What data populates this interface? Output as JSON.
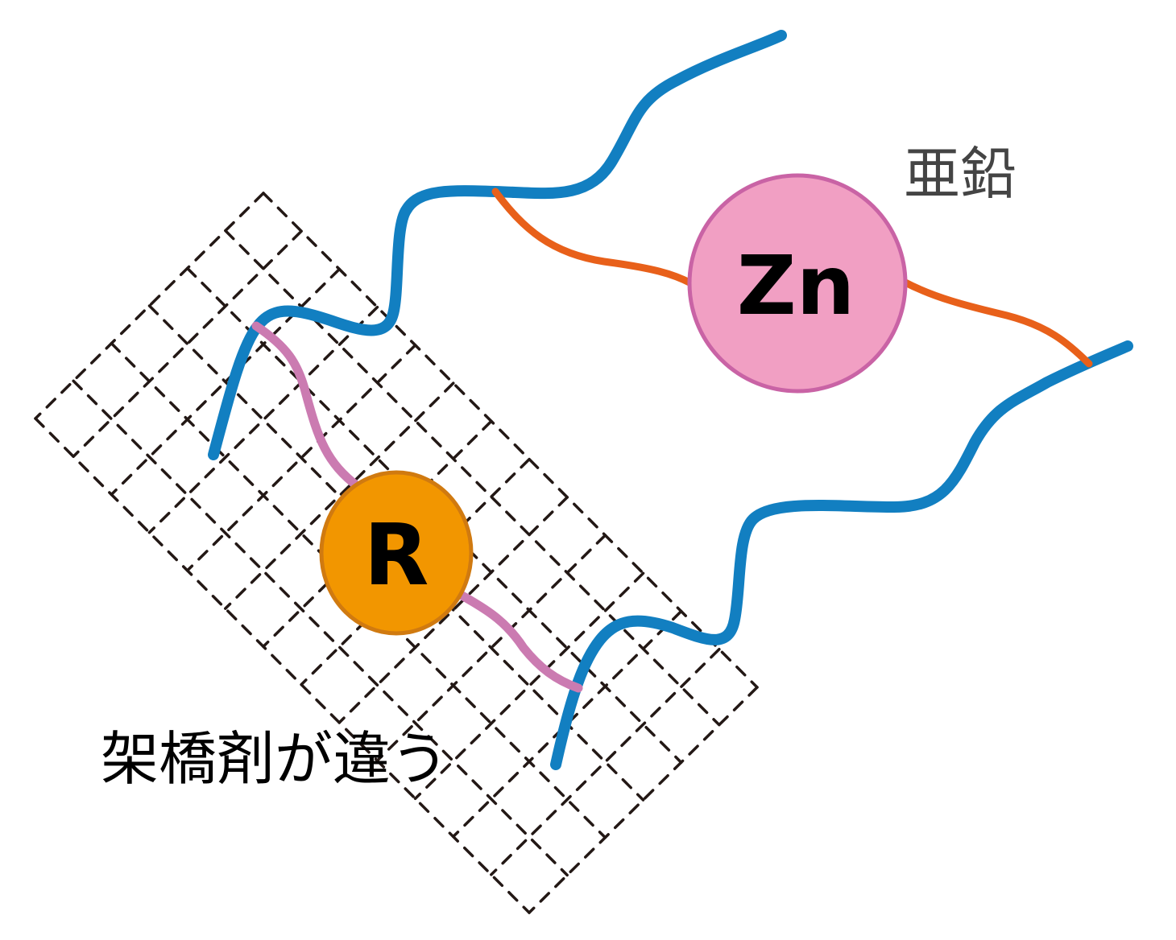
{
  "labels": {
    "zinc_caption": "亜鉛",
    "zn_symbol": "Zn",
    "r_symbol": "R",
    "crosslinker_caption": "架橋剤が違う"
  },
  "colors": {
    "chain": "#127fc1",
    "zn_link": "#e8601a",
    "r_link": "#cb7bb1",
    "zn_fill": "#f19fc3",
    "zn_stroke": "#c963a5",
    "r_fill": "#f29600",
    "r_stroke": "#d07a10",
    "grid": "#231815"
  },
  "grid": {
    "short_cells": 6,
    "long_cells": 13
  }
}
